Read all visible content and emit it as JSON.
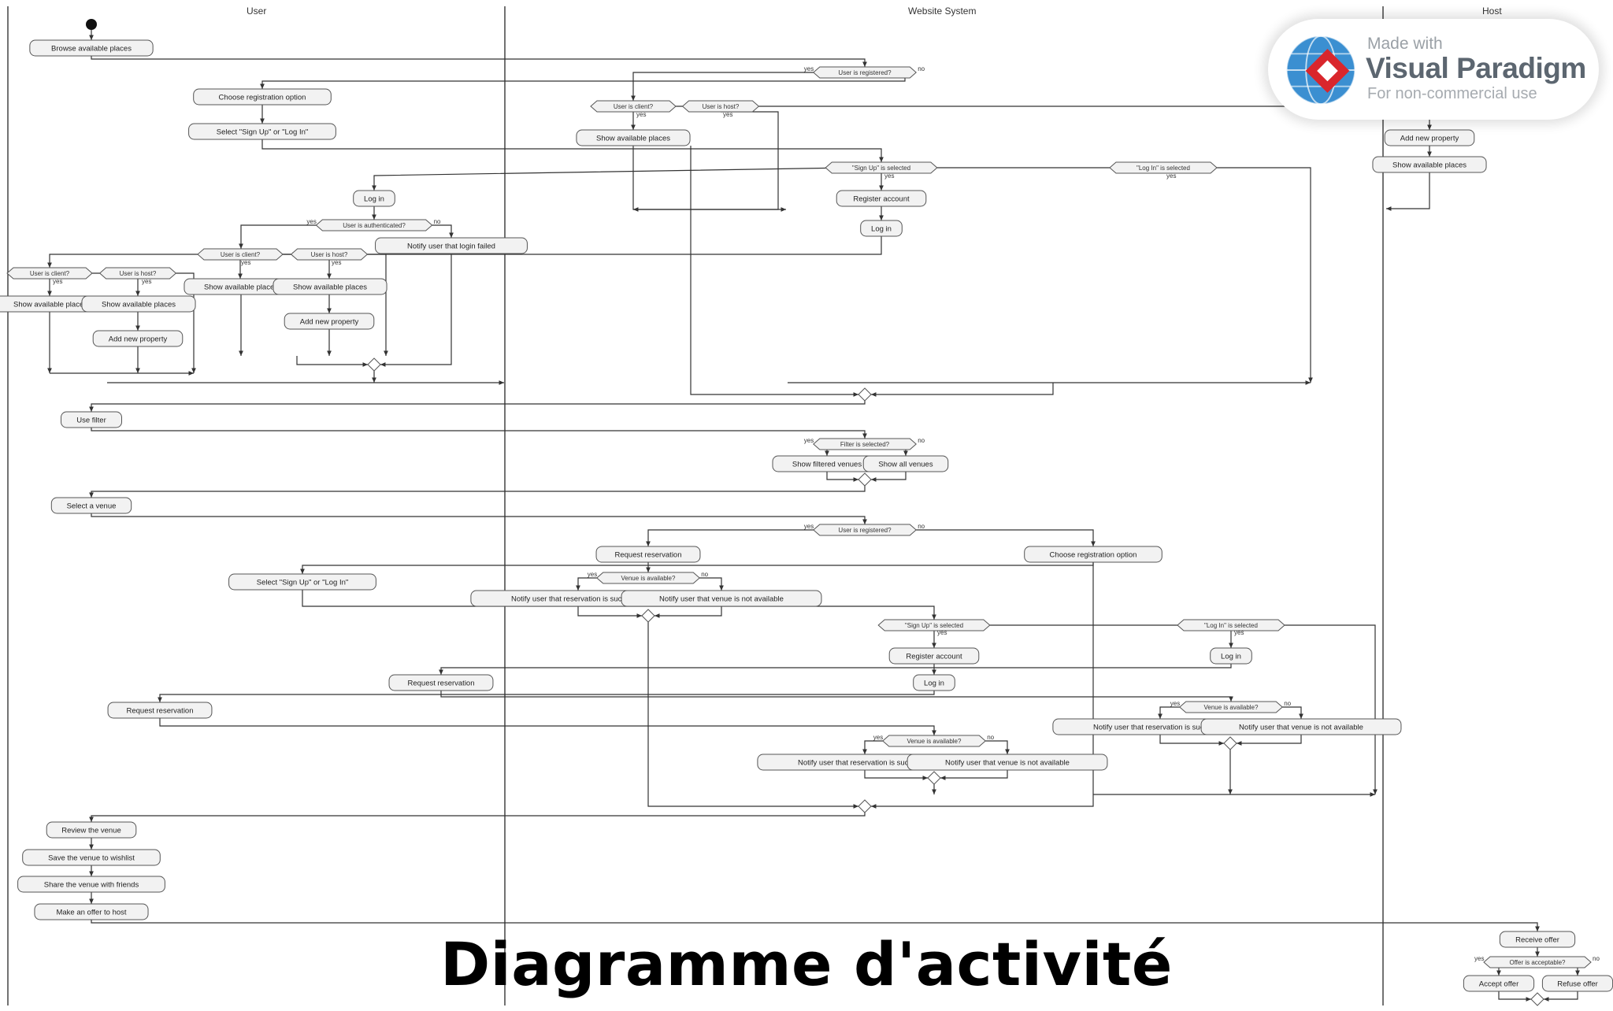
{
  "title": "Diagramme d'activité",
  "lanes": [
    {
      "title": "User"
    },
    {
      "title": "Website System"
    },
    {
      "title": "Host"
    }
  ],
  "watermark": {
    "made_with": "Made with",
    "brand": "Visual Paradigm",
    "license": "For non-commercial use"
  },
  "actions": [
    "Browse available places",
    "Choose registration option",
    "Select \"Sign Up\" or \"Log In\"",
    "Show available places",
    "Log in",
    "Register account",
    "Log in",
    "Notify user that login failed",
    "Show available places",
    "Show available places",
    "Add new property",
    "Show available places",
    "Show available places",
    "Add new property",
    "Add new property",
    "Show available places",
    "Use filter",
    "Show filtered venues",
    "Show all venues",
    "Select a venue",
    "Request reservation",
    "Choose registration option",
    "Select \"Sign Up\" or \"Log In\"",
    "Notify user that reservation is successful",
    "Notify user that venue is not available",
    "Register account",
    "Log in",
    "Log in",
    "Request reservation",
    "Request reservation",
    "Notify user that reservation is successful",
    "Notify user that venue is not available",
    "Notify user that reservation is successful",
    "Notify user that venue is not available",
    "Review the venue",
    "Save the venue to wishlist",
    "Share the venue with friends",
    "Make an offer to host",
    "Receive offer",
    "Accept offer",
    "Refuse offer"
  ],
  "decisions": [
    "User is registered?",
    "User is client?",
    "User is host?",
    "\"Sign Up\" is selected",
    "\"Log In\" is selected",
    "User is authenticated?",
    "User is client?",
    "User is host?",
    "User is client?",
    "User is host?",
    "Filter is selected?",
    "User is registered?",
    "Venue is available?",
    "\"Sign Up\" is selected",
    "\"Log In\" is selected",
    "Venue is available?",
    "Venue is available?",
    "Offer is acceptable?"
  ],
  "guards": {
    "yes": "yes",
    "no": "no"
  }
}
